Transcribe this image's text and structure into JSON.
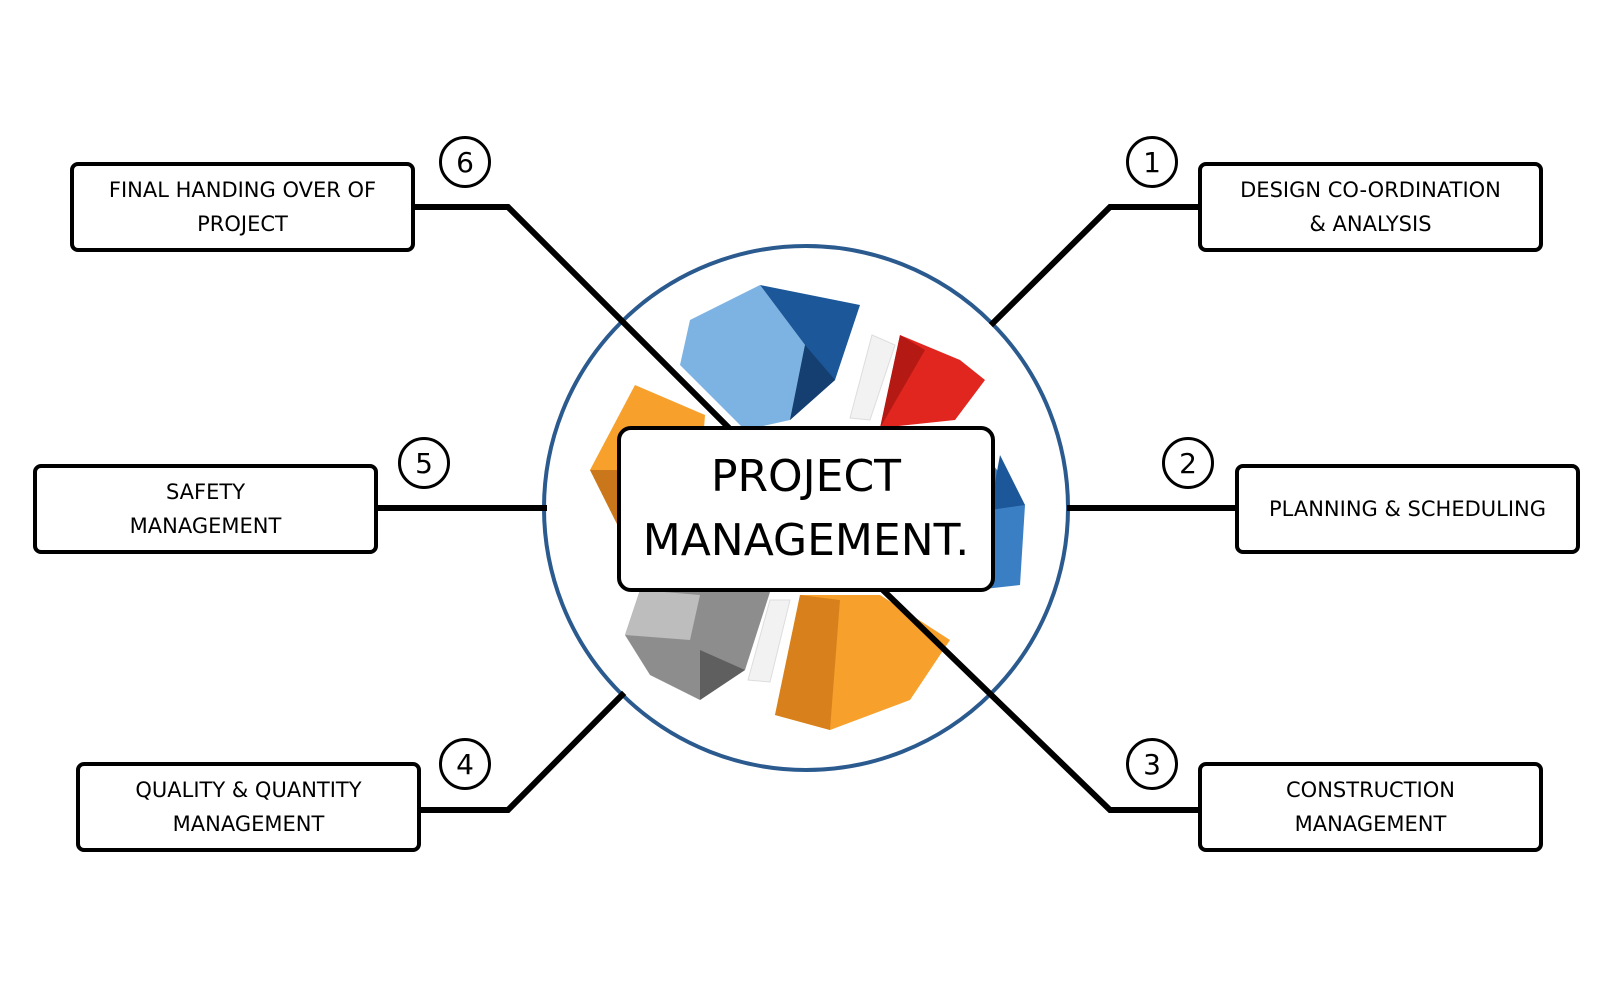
{
  "center": {
    "title": "PROJECT\nMANAGEMENT."
  },
  "colors": {
    "ring": "#2b5a8f",
    "line": "#000000",
    "segments": [
      "#1b5799",
      "#7db3e3",
      "#e0261f",
      "#f7a02b",
      "#e5871f",
      "#8d8d8d",
      "#3a7fc4"
    ]
  },
  "icons": {
    "center_graphic": "colorful-pie-segments-icon"
  },
  "steps": [
    {
      "number": "1",
      "label": "DESIGN CO-ORDINATION\n& ANALYSIS"
    },
    {
      "number": "2",
      "label": "PLANNING & SCHEDULING"
    },
    {
      "number": "3",
      "label": "CONSTRUCTION\nMANAGEMENT"
    },
    {
      "number": "4",
      "label": "QUALITY & QUANTITY\nMANAGEMENT"
    },
    {
      "number": "5",
      "label": "SAFETY\nMANAGEMENT"
    },
    {
      "number": "6",
      "label": "FINAL HANDING OVER OF\nPROJECT"
    }
  ]
}
